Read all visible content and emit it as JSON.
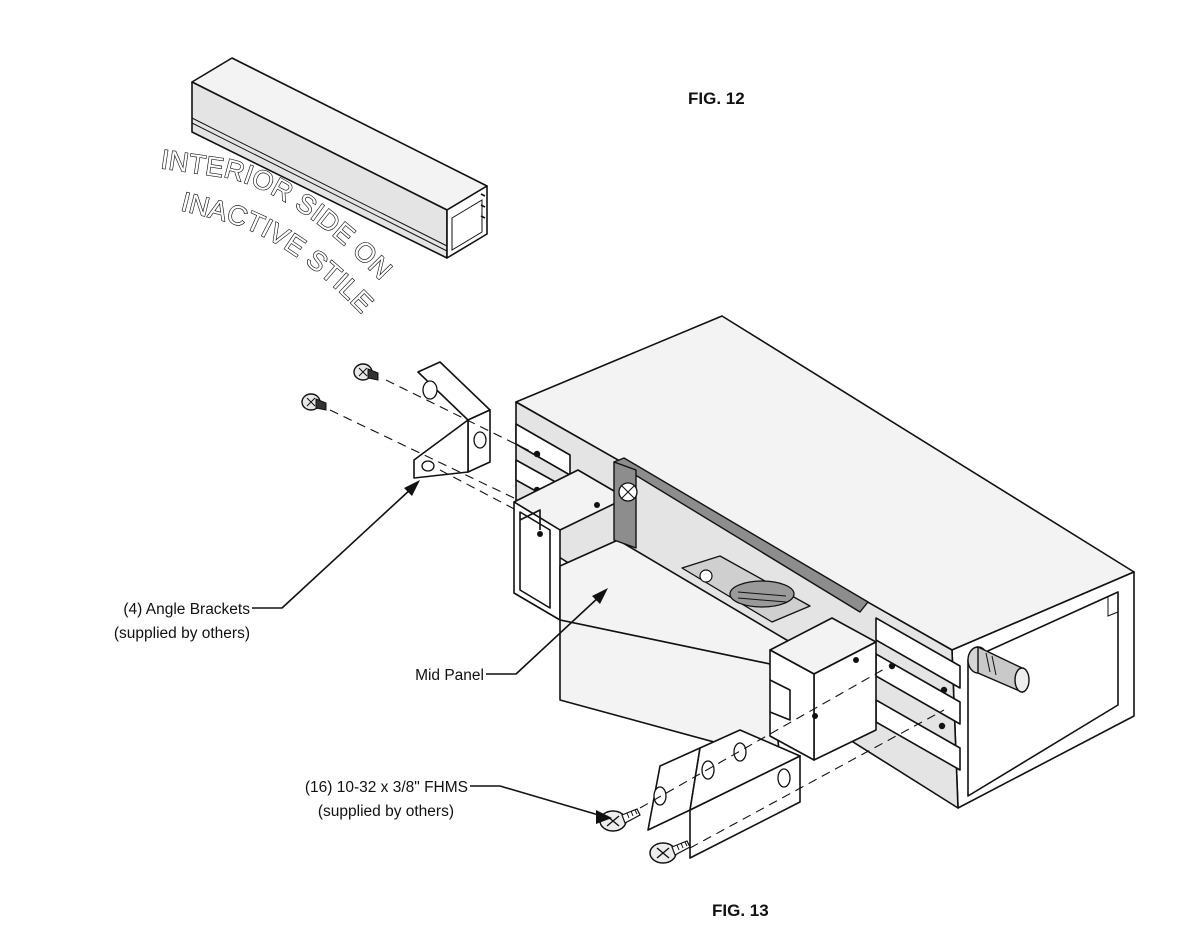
{
  "figures": {
    "fig12_label": "FIG. 12",
    "fig13_label": "FIG. 13"
  },
  "stile_note": {
    "line1": "INTERIOR SIDE ON",
    "line2": "INACTIVE STILE"
  },
  "callouts": {
    "angle_brackets": {
      "line1": "(4) Angle Brackets",
      "line2": "(supplied by others)"
    },
    "mid_panel": "Mid Panel",
    "screws": {
      "line1": "(16) 10-32 x 3/8\" FHMS",
      "line2": "(supplied by others)"
    }
  },
  "colors": {
    "line": "#111111",
    "light_face": "#f3f3f3",
    "side_face": "#e4e4e4",
    "dark_plate": "#8d8d8d"
  }
}
